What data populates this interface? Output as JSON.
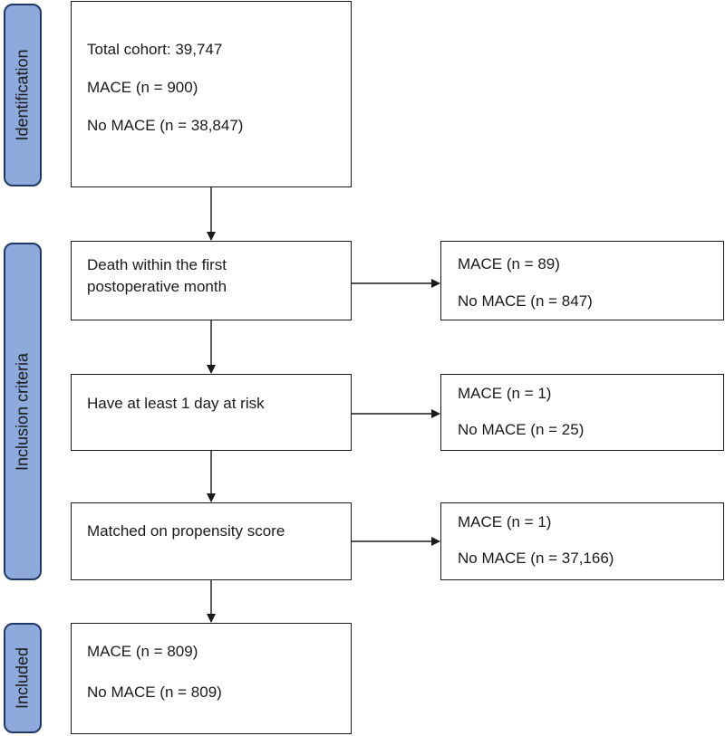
{
  "phases": {
    "identification": "Identification",
    "inclusion": "Inclusion criteria",
    "included": "Included"
  },
  "boxes": {
    "total": {
      "cohort": "Total cohort: 39,747",
      "mace": "MACE (n = 900)",
      "no_mace": "No MACE (n = 38,847)"
    },
    "death": {
      "label": "Death within the first postoperative month",
      "excluded_mace": "MACE (n = 89)",
      "excluded_no_mace": "No MACE (n = 847)"
    },
    "risk": {
      "label": "Have at least 1 day at risk",
      "excluded_mace": "MACE (n = 1)",
      "excluded_no_mace": "No MACE (n = 25)"
    },
    "matched": {
      "label": "Matched on propensity score",
      "excluded_mace": "MACE (n = 1)",
      "excluded_no_mace": "No MACE (n = 37,166)"
    },
    "final": {
      "mace": "MACE (n = 809)",
      "no_mace": "No MACE (n = 809)"
    }
  },
  "colors": {
    "phase_fill": "#8ea9db",
    "phase_border": "#1f3864",
    "box_border": "#1a1a1a"
  }
}
